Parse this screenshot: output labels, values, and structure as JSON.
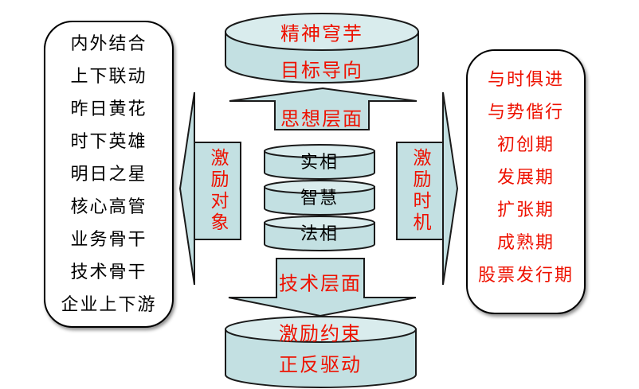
{
  "colors": {
    "shape_fill": "#c3e0e2",
    "shape_top_fill": "#d9eced",
    "outline": "#1a1a1a",
    "red_text": "#ee1100",
    "black_text": "#000000",
    "panel_background": "#ffffff"
  },
  "left_panel": {
    "items": [
      "内外结合",
      "上下联动",
      "昨日黄花",
      "时下英雄",
      "明日之星",
      "核心高管",
      "业务骨干",
      "技术骨干",
      "企业上下游"
    ]
  },
  "right_panel": {
    "items": [
      "与时俱进",
      "与势偕行",
      "初创期",
      "发展期",
      "扩张期",
      "成熟期",
      "股票发行期"
    ]
  },
  "center_axis": {
    "top_cylinder": {
      "line1": "精神穹芋",
      "line2": "目标导向"
    },
    "up_arrow_label": "思想层面",
    "stack": [
      "实相",
      "智慧",
      "法相"
    ],
    "down_arrow_label": "技术层面",
    "bottom_cylinder": {
      "line1": "激励约束",
      "line2": "正反驱动"
    }
  },
  "side_arrows": {
    "left_label": "激励对象",
    "right_label": "激励时机"
  }
}
